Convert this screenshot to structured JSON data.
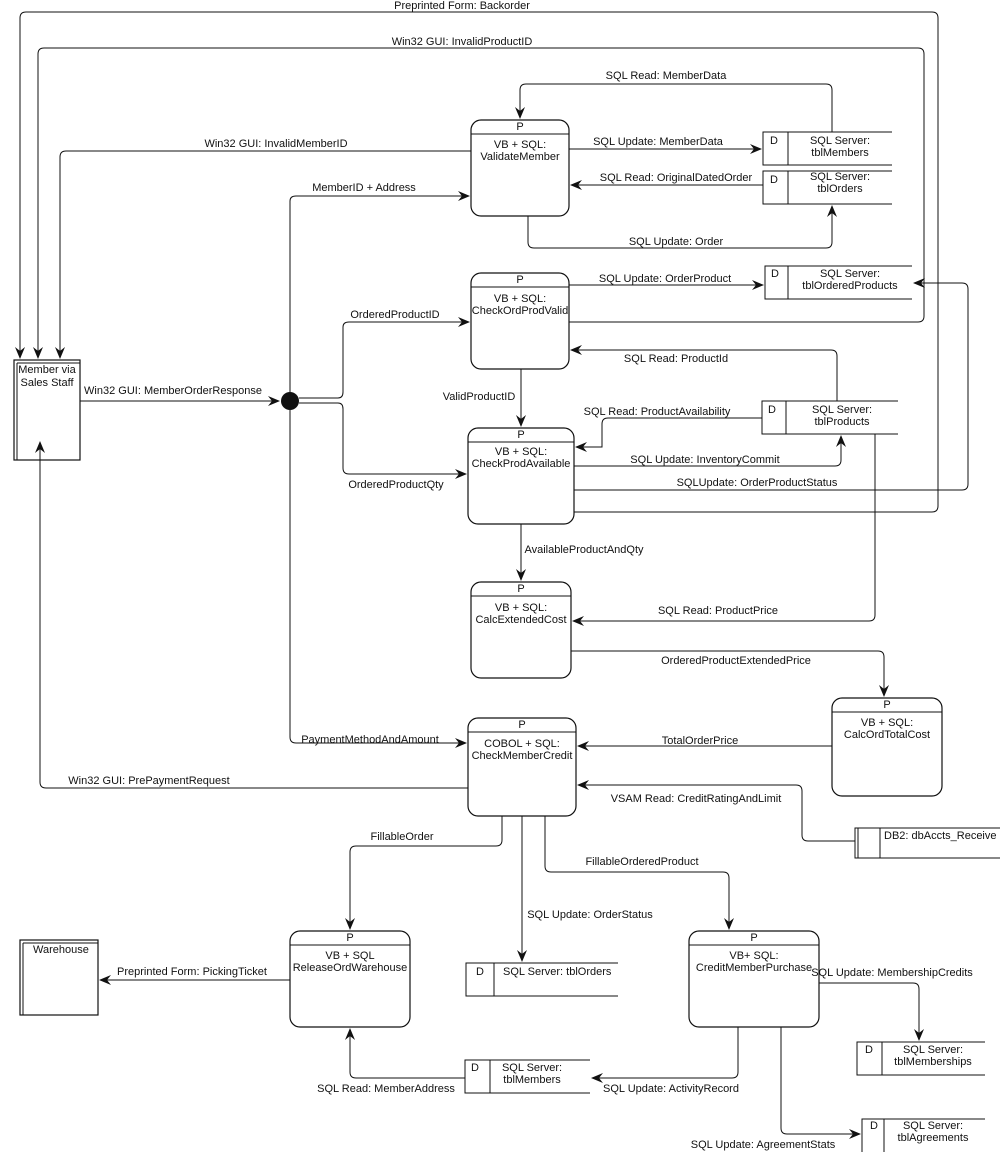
{
  "externals": {
    "member": {
      "line1": "Member via",
      "line2": "Sales Staff"
    },
    "warehouse": {
      "label": "Warehouse"
    }
  },
  "processes": {
    "validate_member": {
      "tag": "P",
      "line1": "VB + SQL:",
      "line2": "ValidateMember"
    },
    "check_ord_prod_valid": {
      "tag": "P",
      "line1": "VB + SQL:",
      "line2": "CheckOrdProdValid"
    },
    "check_prod_available": {
      "tag": "P",
      "line1": "VB + SQL:",
      "line2": "CheckProdAvailable"
    },
    "calc_extended_cost": {
      "tag": "P",
      "line1": "VB + SQL:",
      "line2": "CalcExtendedCost"
    },
    "calc_ord_total_cost": {
      "tag": "P",
      "line1": "VB + SQL:",
      "line2": "CalcOrdTotalCost"
    },
    "check_member_credit": {
      "tag": "P",
      "line1": "COBOL + SQL:",
      "line2": "CheckMemberCredit"
    },
    "release_ord_warehouse": {
      "tag": "P",
      "line1": "VB + SQL",
      "line2": "ReleaseOrdWarehouse"
    },
    "credit_member_purchase": {
      "tag": "P",
      "line1": "VB+ SQL:",
      "line2": "CreditMemberPurchase"
    }
  },
  "stores": {
    "tbl_members_top": {
      "tag": "D",
      "line1": "SQL Server:",
      "line2": "tblMembers"
    },
    "tbl_orders_top": {
      "tag": "D",
      "line1": "SQL Server:",
      "line2": "tblOrders"
    },
    "tbl_ordered_products": {
      "tag": "D",
      "line1": "SQL Server:",
      "line2": "tblOrderedProducts"
    },
    "tbl_products": {
      "tag": "D",
      "line1": "SQL Server:",
      "line2": "tblProducts"
    },
    "db_accts_receive": {
      "tag": "",
      "line1": "DB2: dbAccts_Receive"
    },
    "tbl_orders_bottom": {
      "tag": "D",
      "line1": "SQL Server: tblOrders"
    },
    "tbl_members_bottom": {
      "tag": "D",
      "line1": "SQL Server:",
      "line2": "tblMembers"
    },
    "tbl_memberships": {
      "tag": "D",
      "line1": "SQL Server:",
      "line2": "tblMemberships"
    },
    "tbl_agreements": {
      "tag": "D",
      "line1": "SQL Server:",
      "line2": "tblAgreements"
    }
  },
  "flows": {
    "backorder": "Preprinted Form: Backorder",
    "invalid_product_id": "Win32 GUI: InvalidProductID",
    "sql_read_member_data": "SQL Read: MemberData",
    "invalid_member_id": "Win32 GUI: InvalidMemberID",
    "sql_update_member_data": "SQL Update: MemberData",
    "sql_read_original_dated_order": "SQL Read: OriginalDatedOrder",
    "member_id_address": "MemberID + Address",
    "sql_update_order": "SQL Update: Order",
    "sql_update_order_product": "SQL Update: OrderProduct",
    "ordered_product_id": "OrderedProductID",
    "sql_read_product_id": "SQL Read: ProductId",
    "member_order_response": "Win32 GUI: MemberOrderResponse",
    "valid_product_id": "ValidProductID",
    "sql_read_product_availability": "SQL Read: ProductAvailability",
    "sql_update_inventory_commit": "SQL Update: InventoryCommit",
    "ordered_product_qty": "OrderedProductQty",
    "sql_update_order_product_status": "SQLUpdate: OrderProductStatus",
    "available_product_and_qty": "AvailableProductAndQty",
    "sql_read_product_price": "SQL Read: ProductPrice",
    "ordered_product_extended_price": "OrderedProductExtendedPrice",
    "payment_method_and_amount": "PaymentMethodAndAmount",
    "total_order_price": "TotalOrderPrice",
    "pre_payment_request": "Win32 GUI: PrePaymentRequest",
    "vsam_read_credit": "VSAM Read: CreditRatingAndLimit",
    "fillable_order": "FillableOrder",
    "fillable_ordered_product": "FillableOrderedProduct",
    "sql_update_order_status": "SQL Update: OrderStatus",
    "picking_ticket": "Preprinted Form: PickingTicket",
    "sql_update_membership_credits": "SQL Update: MembershipCredits",
    "sql_read_member_address": "SQL Read: MemberAddress",
    "sql_update_activity_record": "SQL Update: ActivityRecord",
    "sql_update_agreement_stats": "SQL Update: AgreementStats"
  }
}
